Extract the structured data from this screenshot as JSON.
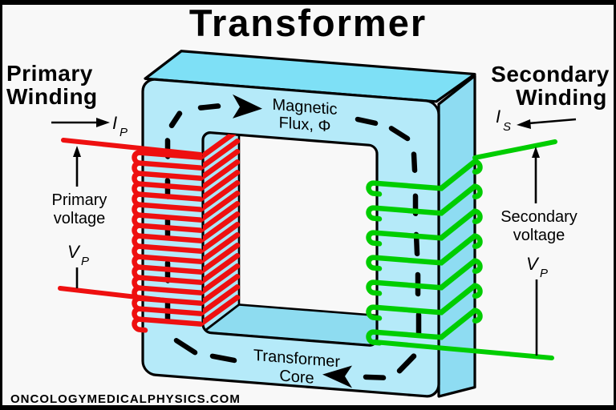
{
  "title": "Transformer",
  "watermark": "ONCOLOGYMEDICALPHYSICS.COM",
  "primary": {
    "winding_line1": "Primary",
    "winding_line2": "Winding",
    "current_symbol": "I",
    "current_subscript": "P",
    "voltage_line1": "Primary",
    "voltage_line2": "voltage",
    "voltage_symbol": "V",
    "voltage_subscript": "P"
  },
  "secondary": {
    "winding_line1": "Secondary",
    "winding_line2": "Winding",
    "current_symbol": "I",
    "current_subscript": "S",
    "voltage_line1": "Secondary",
    "voltage_line2": "voltage",
    "voltage_symbol": "V",
    "voltage_subscript": "P"
  },
  "core": {
    "flux_line1": "Magnetic",
    "flux_line2": "Flux, Φ",
    "label_line1": "Transformer",
    "label_line2": "Core"
  },
  "colors": {
    "background": "#f8f8f8",
    "outline": "#000000",
    "core_front": "#b5eaf9",
    "core_top": "#7ee0f6",
    "core_side": "#8edcf2",
    "core_inner_left": "#a9e6f6",
    "core_inner_bottom": "#8edcf0",
    "primary_wire": "#ee1010",
    "secondary_wire": "#00cd00",
    "watermark": "#1a9bd8"
  }
}
